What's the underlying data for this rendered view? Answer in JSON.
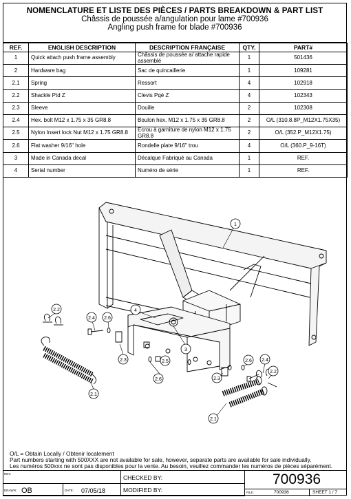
{
  "title": {
    "line1": "NOMENCLATURE ET LISTE DES PIÈCES / PARTS BREAKDOWN & PART LIST",
    "line2": "Châssis de poussée a/angulation pour lame #700936",
    "line3": "Angling push frame for blade #700936"
  },
  "headers": {
    "ref": "REF.",
    "english": "ENGLISH DESCRIPTION",
    "french": "DESCRIPTION FRANÇAISE",
    "qty": "QTY.",
    "part": "PART#"
  },
  "rows": [
    {
      "ref": "1",
      "en": "Quick attach push frame assembly",
      "fr": "Châssis de poussée a/ attache rapide assemblé",
      "qty": "1",
      "part": "501436"
    },
    {
      "ref": "2",
      "en": "Hardware bag",
      "fr": "Sac de quincaillerie",
      "qty": "1",
      "part": "109281"
    },
    {
      "ref": "2.1",
      "en": "Spring",
      "fr": "Ressort",
      "qty": "4",
      "part": "102918"
    },
    {
      "ref": "2.2",
      "en": "Shackle Ptd Z",
      "fr": "Clevis Pqé Z",
      "qty": "4",
      "part": "102343"
    },
    {
      "ref": "2.3",
      "en": "Sleeve",
      "fr": "Douille",
      "qty": "2",
      "part": "102308"
    },
    {
      "ref": "2.4",
      "en": "Hex. bolt M12 x 1.75 x 35 GR8.8",
      "fr": "Boulon hex. M12 x 1.75 x 35 GR8.8",
      "qty": "2",
      "part": "O/L (310.8.8P_M12X1.75X35)"
    },
    {
      "ref": "2.5",
      "en": "Nylon Insert lock Nut M12 x 1.75 GR8.8",
      "fr": "Écrou à garniture de nylon M12 x 1.75 GR8.8",
      "qty": "2",
      "part": "O/L (352.P_M12X1.75)"
    },
    {
      "ref": "2.6",
      "en": "Flat washer 9/16\" hole",
      "fr": "Rondelle plate 9/16\" trou",
      "qty": "4",
      "part": "O/L (360.P_9-16T)"
    },
    {
      "ref": "3",
      "en": "Made in Canada decal",
      "fr": "Décalque Fabriqué au Canada",
      "qty": "1",
      "part": "REF."
    },
    {
      "ref": "4",
      "en": "Serial number",
      "fr": "Numéro de série",
      "qty": "1",
      "part": "REF."
    }
  ],
  "callouts": [
    "1",
    "4",
    "2.2",
    "2.4",
    "2.6",
    "3",
    "2.3",
    "2.5",
    "2.6",
    "2.6",
    "2.4",
    "2.2",
    "2.3",
    "2.1",
    "2.1"
  ],
  "notes": {
    "line1": "O/L = Obtain Locally / Obtenir localement",
    "line2": "Part numbers starting with 500XXX are not available for sale, however, separate parts are available for sale individually.",
    "line3": "Les numéros 500xxx ne sont pas disponibles pour la vente. Au besoin, veuillez commander les numéros de pièces séparément."
  },
  "footer": {
    "rev_label": "REV:",
    "drawn_label": "DRAWN:",
    "drawn_value": "OB",
    "date_label": "DATE:",
    "date_value": "07/05/18",
    "checked_label": "CHECKED BY:",
    "modified_label": "MODIFIED BY:",
    "drawing_number": "700936",
    "file_label": "FILE:",
    "file_value": "700936",
    "sheet": "SHEET 1 / 7"
  }
}
